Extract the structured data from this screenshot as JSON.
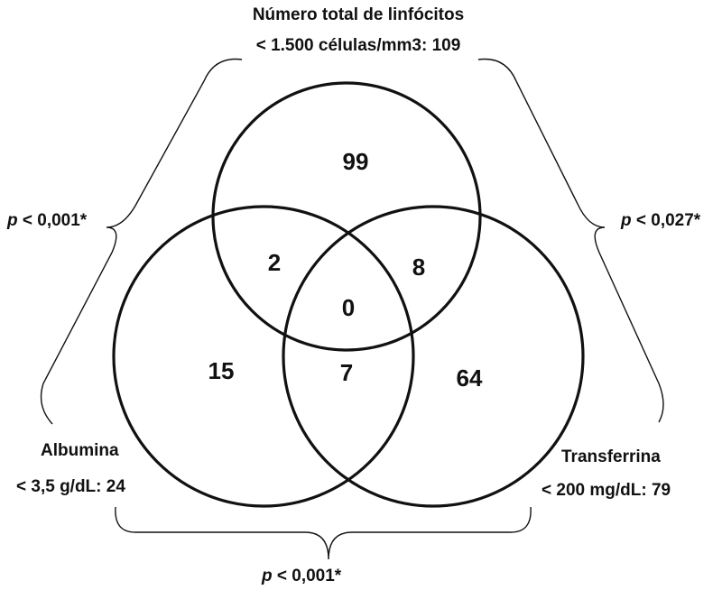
{
  "sets": {
    "top": {
      "title": "Número total de linfócitos",
      "criterion": "< 1.500 células/mm3: 109"
    },
    "left": {
      "title": "Albumina",
      "criterion": "< 3,5 g/dL: 24"
    },
    "right": {
      "title": "Transferrina",
      "criterion": "< 200 mg/dL: 79"
    }
  },
  "regions": {
    "top_only": "99",
    "top_left": "2",
    "top_right": "8",
    "all_three": "0",
    "left_only": "15",
    "left_right": "7",
    "right_only": "64"
  },
  "p_values": {
    "top_left": {
      "p": "p",
      "rest": " < 0,001*"
    },
    "top_right": {
      "p": "p",
      "rest": " < 0,027*"
    },
    "left_right": {
      "p": "p",
      "rest": " < 0,001*"
    }
  }
}
